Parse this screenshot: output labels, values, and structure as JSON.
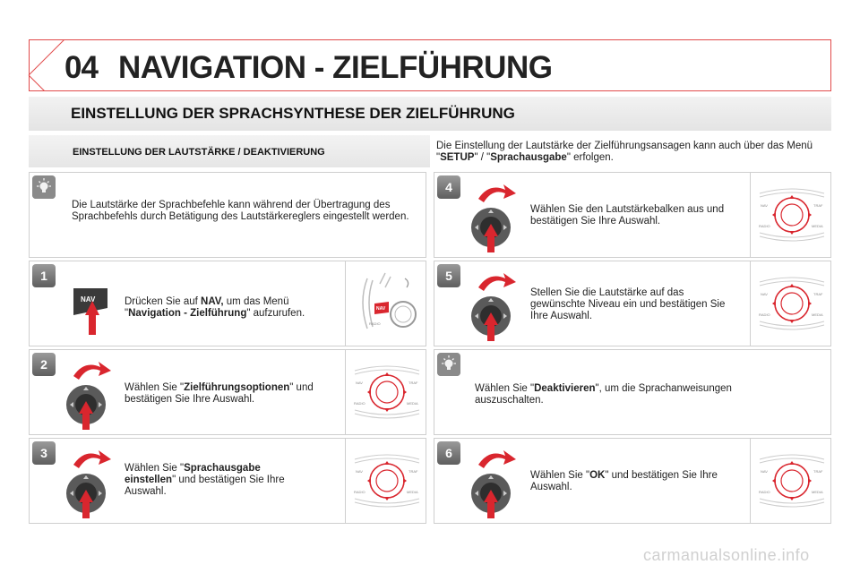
{
  "header": {
    "chapter_number": "04",
    "title": "NAVIGATION - ZIELFÜHRUNG"
  },
  "section": {
    "title": "EINSTELLUNG DER SPRACHSYNTHESE DER ZIELFÜHRUNG"
  },
  "subsection": {
    "title": "EINSTELLUNG DER LAUTSTÄRKE / DEAKTIVIERUNG",
    "intro_before": "Die Einstellung der Lautstärke der Zielführungsansagen kann auch über das Menü \"",
    "intro_setup": "SETUP",
    "intro_mid": "\" / \"",
    "intro_sprach": "Sprachausgabe",
    "intro_after": "\" erfolgen."
  },
  "tip_left": {
    "text": "Die Lautstärke der Sprachbefehle kann während der Übertragung des Sprachbefehls durch Betätigung des Lautstärkereglers eingestellt werden."
  },
  "steps": {
    "s1": {
      "number": "1",
      "pre": "Drücken Sie auf ",
      "b1": "NAV,",
      "mid": " um das Menü \"",
      "b2": "Navigation - Zielführung",
      "post": "\" aufzurufen.",
      "button_label": "NAV"
    },
    "s2": {
      "number": "2",
      "pre": "Wählen Sie \"",
      "b1": "Zielführungsoptionen",
      "post": "\" und bestätigen Sie Ihre Auswahl."
    },
    "s3": {
      "number": "3",
      "pre": "Wählen Sie \"",
      "b1": "Sprachausgabe einstellen",
      "post": "\" und bestätigen Sie Ihre Auswahl."
    },
    "s4": {
      "number": "4",
      "text": "Wählen Sie den Lautstärkebalken aus und bestätigen Sie Ihre Auswahl."
    },
    "s5": {
      "number": "5",
      "text": "Stellen Sie die Lautstärke auf das gewünschte Niveau ein und bestätigen Sie Ihre Auswahl."
    },
    "tip_right": {
      "pre": "Wählen Sie \"",
      "b1": "Deaktivieren",
      "post": "\", um die Sprachanweisungen auszuschalten."
    },
    "s6": {
      "number": "6",
      "pre": "Wählen Sie \"",
      "b1": "OK",
      "post": "\" und bestätigen Sie Ihre Auswahl."
    }
  },
  "dial_labels": {
    "nav": "NAV",
    "traf": "TRAF",
    "radio": "RADIO",
    "media": "MEDIA"
  },
  "watermark": "carmanualsonline.info",
  "colors": {
    "accent_red": "#e14a4a",
    "arrow_red": "#d9262e",
    "badge_gray": "#7a7a7a"
  }
}
